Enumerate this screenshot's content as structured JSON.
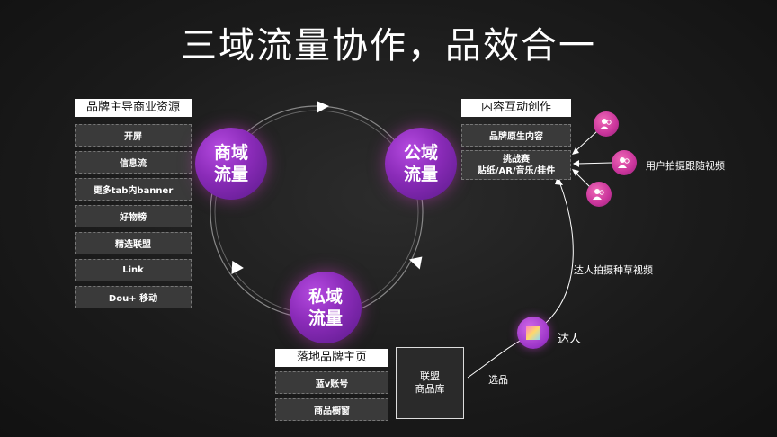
{
  "title": "三域流量协作，品效合一",
  "left_panel": {
    "header": "品牌主导商业资源",
    "items": [
      "开屏",
      "信息流",
      "更多tab内banner",
      "好物榜",
      "精选联盟",
      "Link",
      "Dou+ 移动"
    ]
  },
  "circles": {
    "commerce": "商域\n流量",
    "public": "公域\n流量",
    "private": "私域\n流量"
  },
  "right_panel": {
    "header": "内容互动创作",
    "items": [
      "品牌原生内容",
      "挑战赛\n贴纸/AR/音乐/挂件"
    ]
  },
  "user_follow_label": "用户拍摄跟随视频",
  "kol_label": "达人",
  "kol_video_label": "达人拍摄种草视频",
  "bottom_panel": {
    "header": "落地品牌主页",
    "items": [
      "蓝v账号",
      "商品橱窗"
    ]
  },
  "alliance_box": "联盟\n商品库",
  "select_label": "选品",
  "icons": [
    "user-icon",
    "user-icon",
    "user-icon",
    "gradient-square-icon",
    "play-arrow-icon"
  ]
}
